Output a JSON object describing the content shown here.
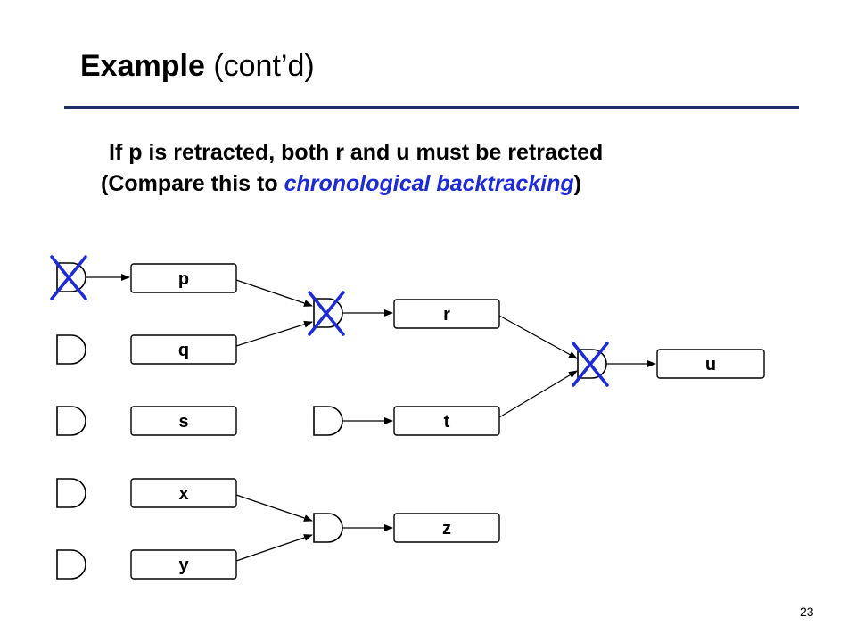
{
  "slide": {
    "title_bold": "Example",
    "title_rest": "(cont’d)",
    "line1": "If p is retracted, both r and u must be retracted",
    "line2_prefix": "(Compare this to ",
    "line2_highlight": "chronological backtracking",
    "line2_suffix": ")",
    "page_number": "23"
  },
  "diagram": {
    "nodes": [
      "p",
      "q",
      "s",
      "t",
      "r",
      "u",
      "x",
      "y",
      "z"
    ],
    "retracted_gates": [
      "p-justification",
      "r-justification",
      "u-justification"
    ],
    "colors": {
      "cross": "#1d2bd6",
      "highlight": "#1d2bd6",
      "rule": "#1f2d6b"
    }
  }
}
